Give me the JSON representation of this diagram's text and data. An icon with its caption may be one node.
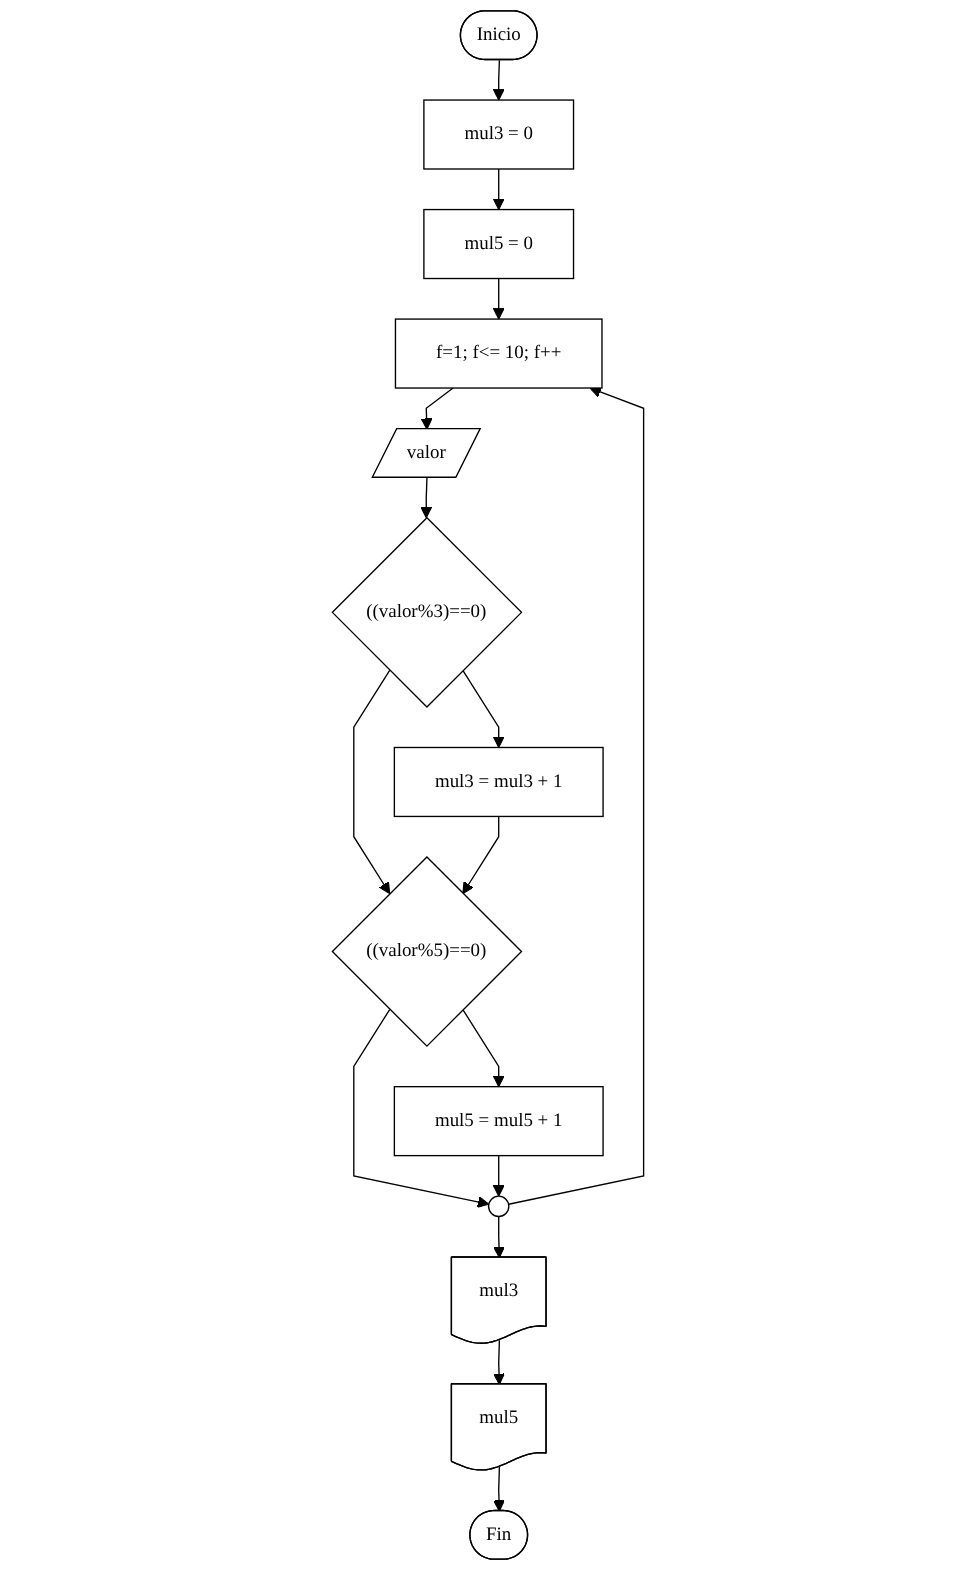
{
  "diagram": {
    "nodes": [
      {
        "text": [
          "Inicio"
        ]
      },
      {
        "text": [
          "mul3 = 0"
        ]
      },
      {
        "text": [
          "mul5 = 0"
        ]
      },
      {
        "text": [
          "f=1; f<= 10; f++"
        ]
      },
      {
        "text": [
          "valor"
        ]
      },
      {
        "text": [
          "((valor%3)==0)"
        ]
      },
      {
        "text": [
          "mul3 = mul3 + 1"
        ]
      },
      {
        "text": [
          "((valor%5)==0)"
        ]
      },
      {
        "text": [
          "mul5 = mul5 + 1"
        ]
      },
      {
        "text": [],
        "shape": "circle"
      },
      {
        "text": [
          "mul3"
        ]
      },
      {
        "text": [
          "mul5"
        ]
      },
      {
        "text": [
          "Fin"
        ]
      }
    ],
    "edges": [
      {
        "from": 0,
        "to": 1,
        "arrow": "to"
      },
      {
        "from": 1,
        "to": 2,
        "arrow": "to"
      },
      {
        "from": 2,
        "to": 3,
        "arrow": "to"
      },
      {
        "from": 3,
        "to": 4,
        "arrow": "to"
      },
      {
        "from": 4,
        "to": 5,
        "arrow": "to"
      },
      {
        "from": 5,
        "to": 6,
        "arrow": "to"
      },
      {
        "from": 5,
        "to": 7,
        "arrow": "to"
      },
      {
        "from": 6,
        "to": 7,
        "arrow": "to"
      },
      {
        "from": 7,
        "to": 8,
        "arrow": "to"
      },
      {
        "from": 7,
        "to": 9,
        "arrow": "to"
      },
      {
        "from": 8,
        "to": 9,
        "arrow": "to"
      },
      {
        "from": 9,
        "to": 3,
        "arrow": "to"
      },
      {
        "from": 9,
        "to": 10,
        "arrow": "to"
      },
      {
        "from": 10,
        "to": 11,
        "arrow": "to"
      },
      {
        "from": 11,
        "to": 12,
        "arrow": "to"
      }
    ]
  }
}
